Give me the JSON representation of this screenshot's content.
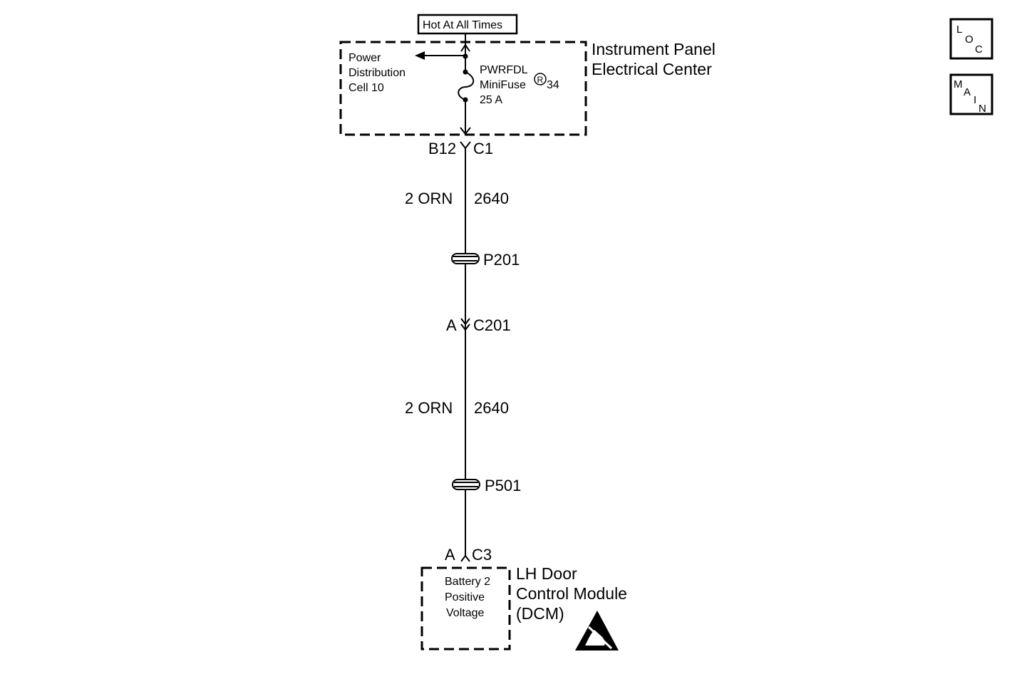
{
  "power_label": "Hot At All Times",
  "ipec": {
    "title_line1": "Instrument Panel",
    "title_line2": "Electrical Center",
    "pdc_line1": "Power",
    "pdc_line2": "Distribution",
    "pdc_line3": "Cell 10",
    "fuse_line1": "PWRFDL",
    "fuse_line2_text": "MiniFuse",
    "fuse_registered": "R",
    "fuse_number": "34",
    "fuse_rating": "25 A"
  },
  "connector_c1": {
    "pin": "B12",
    "name": "C1"
  },
  "wire_1": {
    "gauge_color": "2 ORN",
    "circuit": "2640"
  },
  "splice_1": "P201",
  "connector_c201": {
    "pin": "A",
    "name": "C201"
  },
  "wire_2": {
    "gauge_color": "2 ORN",
    "circuit": "2640"
  },
  "splice_2": "P501",
  "connector_c3": {
    "pin": "A",
    "name": "C3"
  },
  "dcm": {
    "inner_line1": "Battery 2",
    "inner_line2": "Positive",
    "inner_line3": "Voltage",
    "title_line1": "LH Door",
    "title_line2": "Control Module",
    "title_line3": "(DCM)"
  },
  "nav": {
    "loc": [
      "L",
      "O",
      "C"
    ],
    "main": [
      "M",
      "A",
      "I",
      "N"
    ]
  },
  "esd_icon": "esd-sensitive-icon"
}
